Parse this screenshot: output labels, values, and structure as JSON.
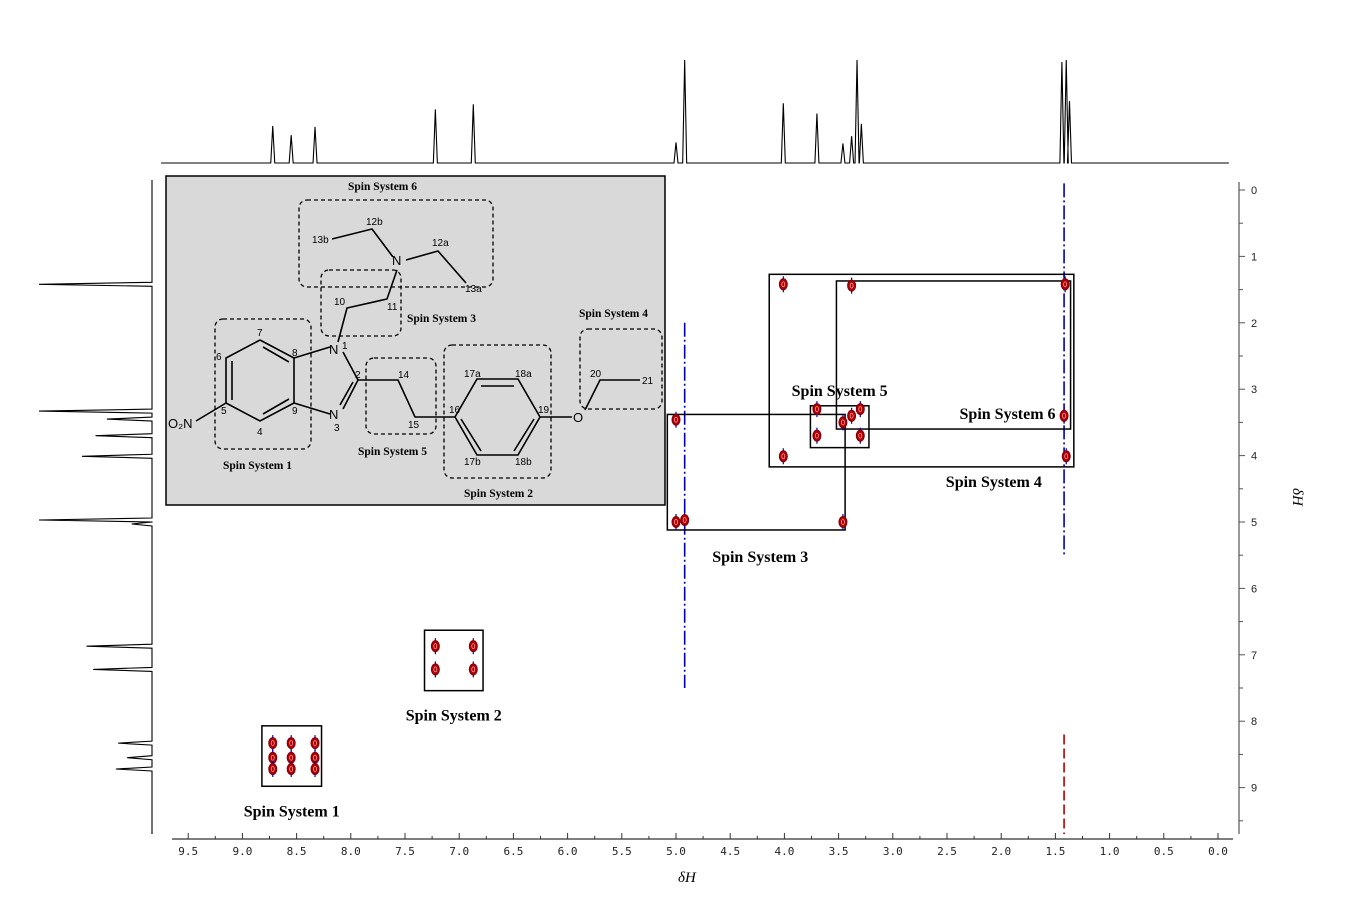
{
  "chart_data": {
    "type": "scatter",
    "subtype": "2D NMR COSY spectrum (1H-1H) with 1D projections",
    "title": "",
    "xlabel": "δH",
    "ylabel": "δH",
    "xlim": [
      9.75,
      -0.1
    ],
    "ylim": [
      -0.15,
      9.7
    ],
    "x_reversed": true,
    "y_increasing_downward": true,
    "x_ticks": [
      "9.5",
      "9.0",
      "8.5",
      "8.0",
      "7.5",
      "7.0",
      "6.5",
      "6.0",
      "5.5",
      "5.0",
      "4.5",
      "4.0",
      "3.5",
      "3.0",
      "2.5",
      "2.0",
      "1.5",
      "1.0",
      "0.5",
      "0.0"
    ],
    "x_tick_values": [
      9.5,
      9.0,
      8.5,
      8.0,
      7.5,
      7.0,
      6.5,
      6.0,
      5.5,
      5.0,
      4.5,
      4.0,
      3.5,
      3.0,
      2.5,
      2.0,
      1.5,
      1.0,
      0.5,
      0.0
    ],
    "y_ticks": [
      "0",
      "1",
      "2",
      "3",
      "4",
      "5",
      "6",
      "7",
      "8",
      "9"
    ],
    "y_tick_values": [
      0,
      1,
      2,
      3,
      4,
      5,
      6,
      7,
      8,
      9
    ],
    "grid": false,
    "colors": {
      "positive_contour": "#b30000",
      "negative_contour": "#0000b0",
      "box": "#000000",
      "molecule_panel": "#d9d9d9"
    },
    "top_projection_peaks": [
      {
        "ppm": 8.72,
        "height": 0.36
      },
      {
        "ppm": 8.55,
        "height": 0.27
      },
      {
        "ppm": 8.33,
        "height": 0.35
      },
      {
        "ppm": 7.22,
        "height": 0.52
      },
      {
        "ppm": 6.87,
        "height": 0.57
      },
      {
        "ppm": 5.0,
        "height": 0.2
      },
      {
        "ppm": 4.92,
        "height": 1.0
      },
      {
        "ppm": 4.01,
        "height": 0.58
      },
      {
        "ppm": 3.7,
        "height": 0.48
      },
      {
        "ppm": 3.46,
        "height": 0.19
      },
      {
        "ppm": 3.38,
        "height": 0.26
      },
      {
        "ppm": 3.33,
        "height": 1.0
      },
      {
        "ppm": 3.29,
        "height": 0.38
      },
      {
        "ppm": 1.44,
        "height": 0.98
      },
      {
        "ppm": 1.4,
        "height": 1.0
      },
      {
        "ppm": 1.37,
        "height": 0.6
      }
    ],
    "left_projection_peaks": [
      {
        "ppm": 1.42,
        "height": 1.0
      },
      {
        "ppm": 3.33,
        "height": 1.0
      },
      {
        "ppm": 3.45,
        "height": 0.4
      },
      {
        "ppm": 3.7,
        "height": 0.5
      },
      {
        "ppm": 4.01,
        "height": 0.62
      },
      {
        "ppm": 4.97,
        "height": 1.0
      },
      {
        "ppm": 5.03,
        "height": 0.18
      },
      {
        "ppm": 6.87,
        "height": 0.58
      },
      {
        "ppm": 7.22,
        "height": 0.52
      },
      {
        "ppm": 8.33,
        "height": 0.3
      },
      {
        "ppm": 8.55,
        "height": 0.22
      },
      {
        "ppm": 8.72,
        "height": 0.32
      }
    ],
    "cross_peaks": [
      {
        "x": 8.72,
        "y": 8.33,
        "system": 1
      },
      {
        "x": 8.55,
        "y": 8.33,
        "system": 1
      },
      {
        "x": 8.33,
        "y": 8.33,
        "system": 1
      },
      {
        "x": 8.72,
        "y": 8.55,
        "system": 1
      },
      {
        "x": 8.55,
        "y": 8.55,
        "system": 1
      },
      {
        "x": 8.33,
        "y": 8.55,
        "system": 1
      },
      {
        "x": 8.72,
        "y": 8.72,
        "system": 1
      },
      {
        "x": 8.55,
        "y": 8.72,
        "system": 1
      },
      {
        "x": 8.33,
        "y": 8.72,
        "system": 1
      },
      {
        "x": 7.22,
        "y": 6.87,
        "system": 2
      },
      {
        "x": 6.87,
        "y": 6.87,
        "system": 2
      },
      {
        "x": 7.22,
        "y": 7.22,
        "system": 2
      },
      {
        "x": 6.87,
        "y": 7.22,
        "system": 2
      },
      {
        "x": 5.0,
        "y": 3.46,
        "system": 3
      },
      {
        "x": 5.0,
        "y": 5.0,
        "system": 3
      },
      {
        "x": 4.92,
        "y": 4.97,
        "system": 3
      },
      {
        "x": 3.46,
        "y": 5.0,
        "system": 3
      },
      {
        "x": 4.01,
        "y": 1.42,
        "system": 4
      },
      {
        "x": 4.01,
        "y": 4.01,
        "system": 4
      },
      {
        "x": 1.4,
        "y": 4.01,
        "system": 4
      },
      {
        "x": 3.7,
        "y": 3.3,
        "system": 5
      },
      {
        "x": 3.7,
        "y": 3.7,
        "system": 5
      },
      {
        "x": 3.3,
        "y": 3.3,
        "system": 5
      },
      {
        "x": 3.3,
        "y": 3.7,
        "system": 5
      },
      {
        "x": 3.46,
        "y": 3.5,
        "system": 5
      },
      {
        "x": 3.38,
        "y": 3.4,
        "system": 6
      },
      {
        "x": 3.38,
        "y": 1.44,
        "system": 6
      },
      {
        "x": 1.41,
        "y": 1.42,
        "system": 6
      },
      {
        "x": 1.42,
        "y": 3.4,
        "system": 6
      }
    ],
    "t1_noise_ridges": [
      {
        "x": 4.92,
        "y_range": [
          2.0,
          7.5
        ],
        "color": "negative"
      },
      {
        "x": 1.42,
        "y_range": [
          -0.1,
          5.5
        ],
        "color": "negative"
      },
      {
        "x": 1.42,
        "y_range": [
          8.2,
          9.7
        ],
        "color": "positive"
      }
    ],
    "spin_system_boxes": [
      {
        "name": "Spin System 1",
        "x_range": [
          8.82,
          8.27
        ],
        "y_range": [
          8.07,
          8.98
        ],
        "label_pos": "below"
      },
      {
        "name": "Spin System 2",
        "x_range": [
          7.32,
          6.78
        ],
        "y_range": [
          6.63,
          7.54
        ],
        "label_pos": "below"
      },
      {
        "name": "Spin System 3",
        "x_range": [
          5.08,
          3.44
        ],
        "y_range": [
          3.38,
          5.12
        ],
        "label_pos": "below"
      },
      {
        "name": "Spin System 4",
        "x_range": [
          4.14,
          1.33
        ],
        "y_range": [
          1.27,
          4.17
        ],
        "label_pos": "below"
      },
      {
        "name": "Spin System 5",
        "x_range": [
          3.76,
          3.22
        ],
        "y_range": [
          3.25,
          3.88
        ],
        "label_pos": "above"
      },
      {
        "name": "Spin System 6",
        "x_range": [
          3.52,
          1.36
        ],
        "y_range": [
          1.37,
          3.6
        ],
        "label_pos": "inside-bottom"
      }
    ]
  },
  "molecule": {
    "panel_labels": {
      "ss6": "Spin System 6",
      "ss3": "Spin System 3",
      "ss4": "Spin System 4",
      "ss1": "Spin System 1",
      "ss5": "Spin System 5",
      "ss2": "Spin System 2"
    },
    "atoms": {
      "N_amine": "N",
      "N1": "N",
      "N3": "N",
      "O": "O",
      "nitro": "O₂N",
      "a13b": "13b",
      "a12b": "12b",
      "a12a": "12a",
      "a13a": "13a",
      "a10": "10",
      "a11": "11",
      "a1": "1",
      "a2": "2",
      "a3": "3",
      "a4": "4",
      "a5": "5",
      "a6": "6",
      "a7": "7",
      "a8": "8",
      "a9": "9",
      "a14": "14",
      "a15": "15",
      "a16": "16",
      "a17a": "17a",
      "a17b": "17b",
      "a18a": "18a",
      "a18b": "18b",
      "a19": "19",
      "a20": "20",
      "a21": "21"
    }
  }
}
